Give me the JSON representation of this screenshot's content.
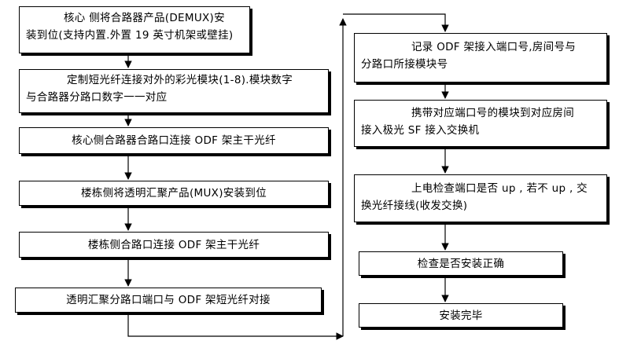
{
  "left_steps": [
    {
      "lines": [
        "核心 侧将合路器产品(DEMUX)安",
        "装到位(支持内置.外置 19 英寸机架或壁挂)"
      ]
    },
    {
      "lines": [
        "定制短光纤连接对外的彩光模块(1-8).模块数字",
        "与合路器分路口数字一一对应"
      ]
    },
    {
      "lines": [
        "核心侧合路器合路口连接 ODF 架主干光纤"
      ]
    },
    {
      "lines": [
        "楼栋侧将透明汇聚产品(MUX)安装到位"
      ]
    },
    {
      "lines": [
        "楼栋侧合路口连接 ODF 架主干光纤"
      ]
    },
    {
      "lines": [
        "透明汇聚分路口端口与 ODF 架短光纤对接"
      ]
    }
  ],
  "right_steps": [
    {
      "lines": [
        "记录 ODF 架接入端口号,房间号与",
        "分路口所接模块号"
      ]
    },
    {
      "lines": [
        "携带对应端口号的模块到对应房间",
        "接入极光 SF 接入交换机"
      ]
    },
    {
      "lines": [
        "上电检查端口是否 up , 若不 up , 交",
        "换光纤接线(收发交换)"
      ]
    },
    {
      "lines": [
        "检查是否安装正确"
      ]
    },
    {
      "lines": [
        "安装完毕"
      ]
    }
  ]
}
